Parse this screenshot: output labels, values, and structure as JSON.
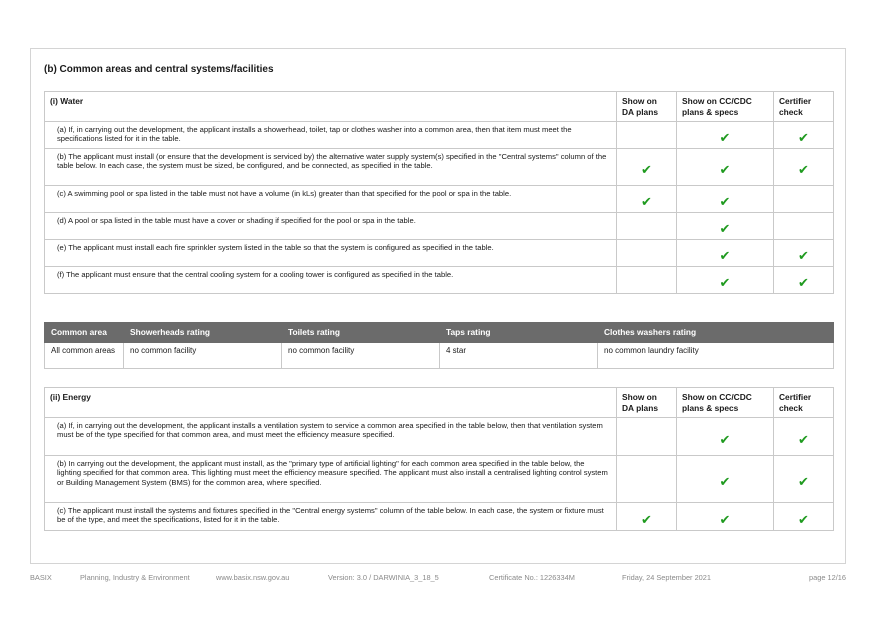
{
  "section_title": "(b) Common areas and central systems/facilities",
  "col_headers": {
    "da": "Show on DA plans",
    "cc": "Show on CC/CDC plans & specs",
    "cert": "Certifier check"
  },
  "check_icon": "✔",
  "check_color": "#1f9a1f",
  "water": {
    "title": "(i) Water",
    "rows": [
      {
        "text": "(a) If, in carrying out the development, the applicant installs a showerhead, toilet, tap or clothes washer into a common area, then that item must meet the specifications listed for it in the table.",
        "da": "",
        "cc": "✔",
        "cert": "✔"
      },
      {
        "text": "(b) The applicant must install (or ensure that the development is serviced by) the alternative water supply system(s) specified in the \"Central systems\" column of the table below. In each case, the system must be sized, be configured, and be connected, as specified in the table.",
        "da": "✔",
        "cc": "✔",
        "cert": "✔"
      },
      {
        "text": "(c) A swimming pool or spa listed in the table must not have a volume (in kLs) greater than that specified for the pool or spa in the table.",
        "da": "✔",
        "cc": "✔",
        "cert": ""
      },
      {
        "text": "(d) A pool or spa listed in the table must have a cover or shading if specified for the pool or spa in the table.",
        "da": "",
        "cc": "✔",
        "cert": ""
      },
      {
        "text": "(e) The applicant must install each fire sprinkler system listed in the table so that the system is configured as specified in the table.",
        "da": "",
        "cc": "✔",
        "cert": "✔"
      },
      {
        "text": "(f) The applicant must ensure that the central cooling system for a cooling tower is configured as specified in the table.",
        "da": "",
        "cc": "✔",
        "cert": "✔"
      }
    ]
  },
  "rating": {
    "headers": [
      "Common area",
      "Showerheads rating",
      "Toilets rating",
      "Taps rating",
      "Clothes washers rating"
    ],
    "rows": [
      [
        "All common areas",
        "no common facility",
        "no common facility",
        "4 star",
        "no common laundry facility"
      ]
    ]
  },
  "energy": {
    "title": "(ii) Energy",
    "rows": [
      {
        "text": "(a) If, in carrying out the development, the applicant installs a ventilation system to service a common area specified in the table below, then that ventilation system must be of the type specified for that common area, and must meet the efficiency measure specified.",
        "da": "",
        "cc": "✔",
        "cert": "✔"
      },
      {
        "text": "(b) In carrying out the development, the applicant must install, as the \"primary type of artificial lighting\" for each common area specified in the table below, the lighting specified for that common area. This lighting must meet the efficiency measure specified. The applicant must also install a centralised lighting control system or Building Management System (BMS) for the common area, where specified.",
        "da": "",
        "cc": "✔",
        "cert": "✔"
      },
      {
        "text": "(c) The applicant must install the systems and fixtures specified in the \"Central energy systems\" column of the table below. In each case, the system or fixture must be of the type, and meet the specifications, listed for it in the table.",
        "da": "✔",
        "cc": "✔",
        "cert": "✔"
      }
    ]
  },
  "footer": {
    "basix": "BASIX",
    "dept": "Planning, Industry & Environment",
    "url": "www.basix.nsw.gov.au",
    "version": "Version: 3.0 / DARWINIA_3_18_5",
    "certificate": "Certificate No.: 1226334M",
    "date": "Friday, 24 September 2021",
    "page": "page 12/16"
  }
}
